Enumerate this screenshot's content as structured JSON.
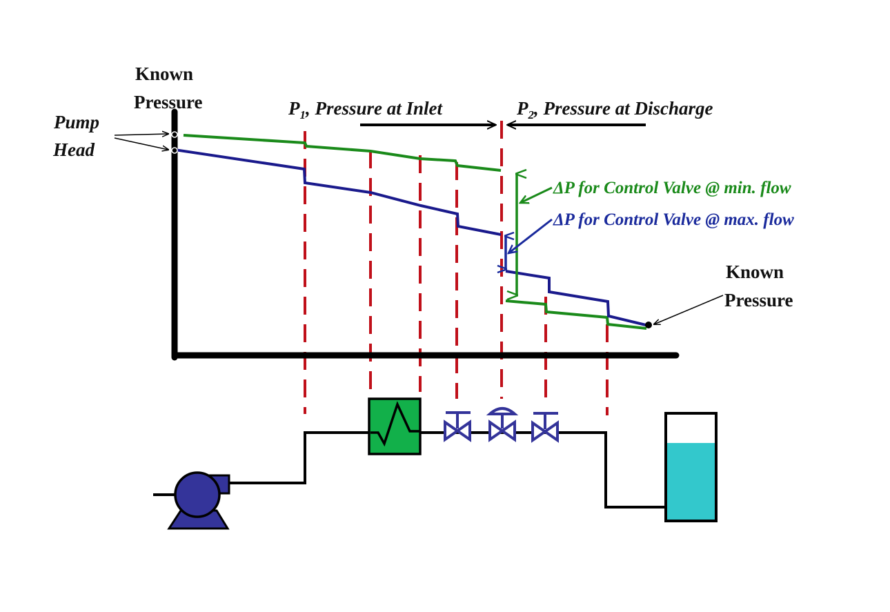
{
  "labels": {
    "known_pressure_left_line1": "Known",
    "known_pressure_left_line2": "Pressure",
    "pump_head_line1": "Pump",
    "pump_head_line2": "Head",
    "p1_symbol": "P",
    "p1_sub": "1",
    "p1_text": ", Pressure at Inlet",
    "p2_symbol": "P",
    "p2_sub": "2",
    "p2_text": ", Pressure at Discharge",
    "dp_min_flow": "ΔP for Control Valve @ min. flow",
    "dp_max_flow": "ΔP for Control Valve @ max. flow",
    "known_pressure_right_line1": "Known",
    "known_pressure_right_line2": "Pressure"
  },
  "colors": {
    "min_flow_line": "#1a8a1a",
    "max_flow_line": "#1a1a8c",
    "dashed_divider": "#c0101a",
    "axis": "#000000",
    "pump_fill": "#34349a",
    "heat_exchanger_fill": "#12b04a",
    "valve_color": "#333399",
    "tank_liquid": "#33c8cc",
    "label_green": "#1a8a1a",
    "label_blue": "#1a2a9c"
  },
  "equipment": [
    {
      "name": "pump",
      "type": "centrifugal-pump"
    },
    {
      "name": "heat-exchanger",
      "type": "heat-exchanger"
    },
    {
      "name": "block-valve-1",
      "type": "gate-valve"
    },
    {
      "name": "control-valve",
      "type": "control-valve"
    },
    {
      "name": "block-valve-2",
      "type": "gate-valve"
    },
    {
      "name": "tank",
      "type": "storage-tank",
      "liquid_level_fraction": 0.73
    }
  ]
}
